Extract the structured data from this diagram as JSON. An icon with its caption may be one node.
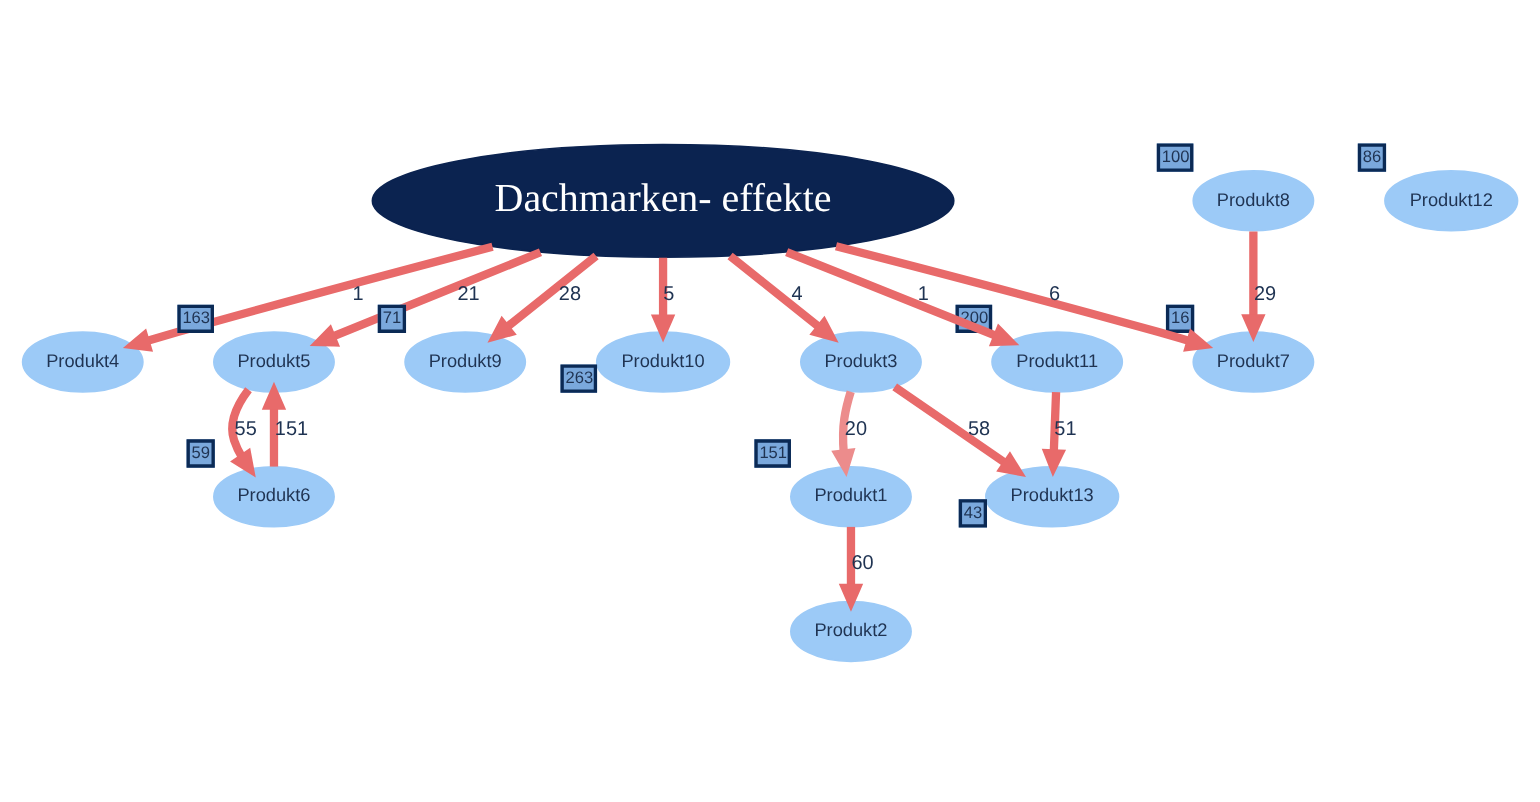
{
  "diagram": {
    "nodes": [
      {
        "text": [
          "Dachmarken- effekte"
        ]
      },
      {
        "text": [
          "Produkt1"
        ],
        "beside": [
          "151"
        ]
      },
      {
        "text": [
          "Produkt2"
        ]
      },
      {
        "text": [
          "Produkt3"
        ]
      },
      {
        "text": [
          "Produkt4"
        ]
      },
      {
        "text": [
          "Produkt5"
        ],
        "beside": [
          "163"
        ]
      },
      {
        "text": [
          "Produkt6"
        ],
        "beside": [
          "59"
        ]
      },
      {
        "text": [
          "Produkt7"
        ],
        "beside": [
          "16"
        ]
      },
      {
        "text": [
          "Produkt8"
        ],
        "beside": [
          "100"
        ]
      },
      {
        "text": [
          "Produkt9"
        ],
        "beside": [
          "71"
        ]
      },
      {
        "text": [
          "Produkt10"
        ],
        "beside": [
          "263"
        ]
      },
      {
        "text": [
          "Produkt11"
        ],
        "beside": [
          "200"
        ]
      },
      {
        "text": [
          "Produkt12"
        ],
        "beside": [
          "86"
        ]
      },
      {
        "text": [
          "Produkt13"
        ],
        "beside": [
          "43"
        ]
      }
    ],
    "edges": [
      {
        "from": 3,
        "to": 1,
        "arrow": "to",
        "label": "20",
        "color": "#ec8c8c"
      },
      {
        "from": 1,
        "to": 2,
        "arrow": "to",
        "label": "60"
      },
      {
        "from": 3,
        "to": 13,
        "arrow": "to",
        "label": "58"
      },
      {
        "from": 0,
        "to": 3,
        "arrow": "to",
        "label": "4"
      },
      {
        "from": 11,
        "to": 13,
        "arrow": "to",
        "label": "51"
      },
      {
        "from": 0,
        "to": 4,
        "arrow": "to",
        "label": "1"
      },
      {
        "from": 0,
        "to": 11,
        "arrow": "to",
        "label": "1"
      },
      {
        "from": 0,
        "to": 5,
        "arrow": "to",
        "label": "21"
      },
      {
        "from": 0,
        "to": 10,
        "arrow": "to",
        "label": "5"
      },
      {
        "from": 0,
        "to": 9,
        "arrow": "to",
        "label": "28"
      },
      {
        "from": 0,
        "to": 7,
        "arrow": "to",
        "label": "6"
      },
      {
        "from": 6,
        "to": 5,
        "arrow": "to",
        "label": "151"
      },
      {
        "from": 5,
        "to": 6,
        "arrow": "to",
        "label": "55"
      },
      {
        "from": 8,
        "to": 7,
        "arrow": "to",
        "label": "29"
      }
    ]
  }
}
